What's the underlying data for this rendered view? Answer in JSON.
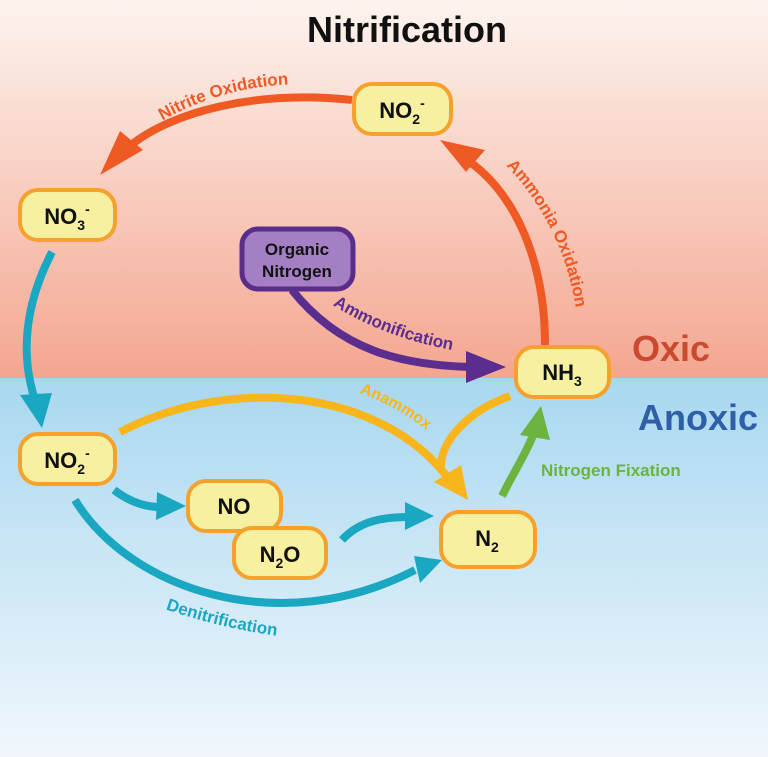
{
  "title": "Nitrification",
  "zones": {
    "oxic_label": "Oxic",
    "anoxic_label": "Anoxic"
  },
  "colors": {
    "oxic_top": "#fdf4ef",
    "oxic_bottom": "#f4a690",
    "anoxic_top": "#a8d8f0",
    "anoxic_bottom": "#f1f7fc",
    "node_fill": "#f6f0a0",
    "node_border": "#f5a12b",
    "organic_fill": "#a47fc4",
    "organic_border": "#5a2d8a",
    "nitrification_arrow": "#ef5a24",
    "denitrification_arrow": "#1aa7c2",
    "anammox_arrow": "#f8b51c",
    "ammonification_arrow": "#5b2d8e",
    "fixation_arrow": "#6cb33f",
    "oxic_text": "#c94a2e",
    "anoxic_text": "#2e5fa8"
  },
  "nodes": {
    "no2_oxic": {
      "base": "NO",
      "sub": "2",
      "sup": "-"
    },
    "no3": {
      "base": "NO",
      "sub": "3",
      "sup": "-"
    },
    "organic_line1": "Organic",
    "organic_line2": "Nitrogen",
    "nh3": {
      "base": "NH",
      "sub": "3"
    },
    "no2_anoxic": {
      "base": "NO",
      "sub": "2",
      "sup": "-"
    },
    "no": {
      "base": "NO"
    },
    "n2o": {
      "base": "N",
      "sub": "2",
      "tail": "O"
    },
    "n2": {
      "base": "N",
      "sub": "2"
    }
  },
  "processes": {
    "nitrite_oxidation": "Nitrite Oxidation",
    "ammonia_oxidation": "Ammonia Oxidation",
    "ammonification": "Ammonification",
    "anammox": "Anammox",
    "nitrogen_fixation": "Nitrogen Fixation",
    "denitrification": "Denitrification"
  }
}
